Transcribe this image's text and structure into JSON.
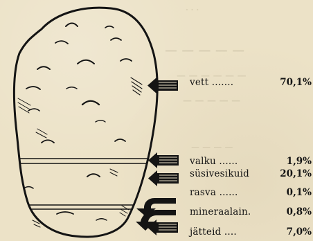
{
  "components": [
    {
      "label": "vett .......",
      "value": "70,1%"
    },
    {
      "label": "valku ......",
      "value": "1,9%"
    },
    {
      "label": "süsivesikuid",
      "value": "20,1%"
    },
    {
      "label": "rasva ......",
      "value": "0,1%"
    },
    {
      "label": "mineraalain.",
      "value": "0,8%"
    },
    {
      "label": "jätteid ....",
      "value": "7,0%"
    }
  ],
  "colors": {
    "ink": "#141414",
    "paper": "#ece2c7"
  }
}
